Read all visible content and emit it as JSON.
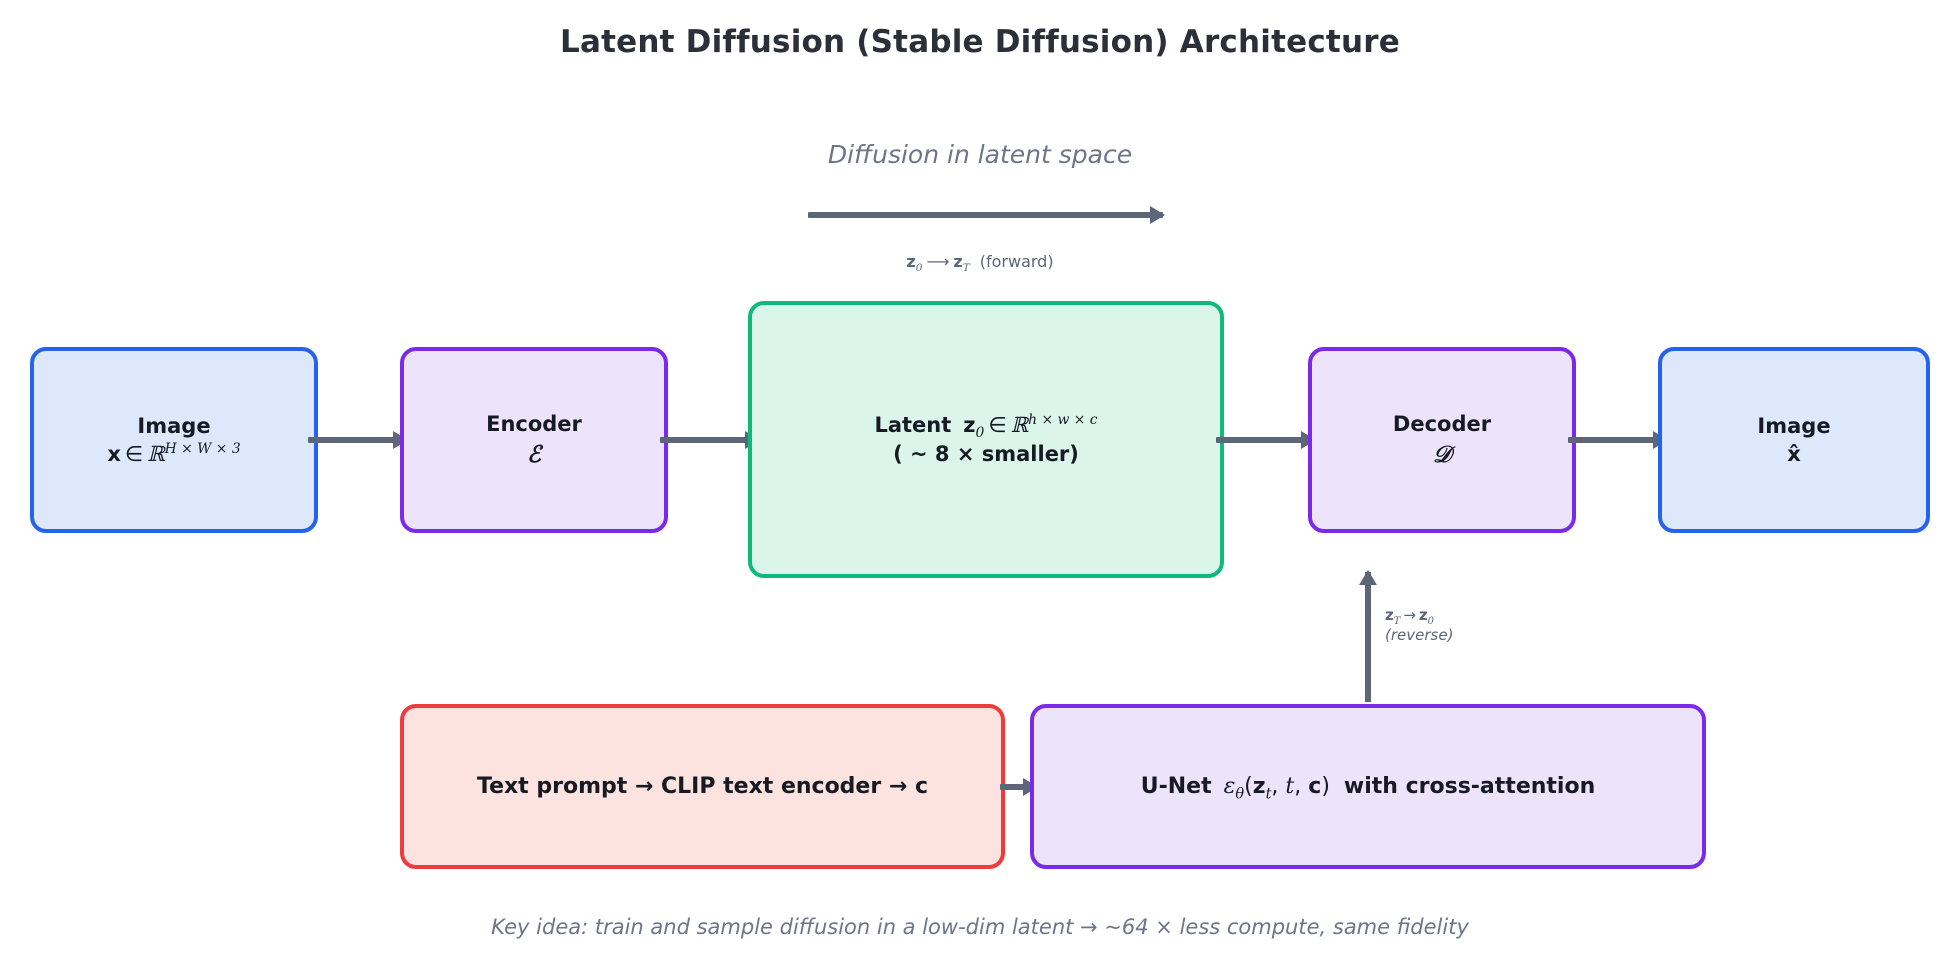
{
  "title": "Latent Diffusion (Stable Diffusion) Architecture",
  "diffusion_band": {
    "label": "Diffusion in latent space",
    "arrow_name": "forward-diffusion-arrow",
    "forward_label_z0": "z",
    "forward_label_z0_sub": "0",
    "forward_label_arrow": "⟶",
    "forward_label_zT": "z",
    "forward_label_zT_sub": "T",
    "forward_label_paren": "(forward)"
  },
  "pipeline": {
    "nodes": [
      {
        "name": "image-input-box",
        "line1": "Image",
        "line2_var": "x",
        "line2_in": "∈",
        "line2_set": "ℝ",
        "line2_sup": "H × W × 3",
        "color_border": "#2563eb",
        "color_fill": "#dee8fc"
      },
      {
        "name": "encoder-box",
        "line1": "Encoder",
        "line2_sym": "ℰ",
        "color_border": "#7c2ae8",
        "color_fill": "#ede4fb"
      },
      {
        "name": "latent-box",
        "line1_prefix": "Latent",
        "line1_var": "z",
        "line1_sub": "0",
        "line1_in": "∈",
        "line1_set": "ℝ",
        "line1_sup": "h × w × c",
        "line2": "( ~ 8 ×  smaller)",
        "color_border": "#0fb97c",
        "color_fill": "#dbf5ea"
      },
      {
        "name": "decoder-box",
        "line1": "Decoder",
        "line2_sym": "𝒟",
        "color_border": "#7c2ae8",
        "color_fill": "#ede4fb"
      },
      {
        "name": "image-output-box",
        "line1": "Image",
        "line2": "x̂",
        "color_border": "#2563eb",
        "color_fill": "#dee8fc"
      }
    ],
    "arrows": [
      "image-to-encoder-arrow",
      "encoder-to-latent-arrow",
      "latent-to-decoder-arrow",
      "decoder-to-image-arrow"
    ]
  },
  "conditioning": {
    "text_prompt_box": {
      "name": "text-prompt-box",
      "text": "Text prompt  →  CLIP text encoder  →  c",
      "color_border": "#ee3b3b",
      "color_fill": "#fde3e0"
    },
    "unet_box": {
      "name": "unet-box",
      "prefix": "U-Net",
      "eps": "ε",
      "eps_sub": "θ",
      "args_open": "(",
      "arg_z": "z",
      "arg_z_sub": "t",
      "arg_comma1": ", ",
      "arg_t": "t",
      "arg_comma2": ", ",
      "arg_c": "c",
      "args_close": ")",
      "suffix": "with cross-attention",
      "color_border": "#7c2ae8",
      "color_fill": "#ede4fb"
    },
    "prompt_to_unet_arrow": "prompt-to-unet-arrow"
  },
  "reverse_path": {
    "arrow_name": "reverse-diffusion-arrow",
    "label_zT": "z",
    "label_zT_sub": "T",
    "label_arrow": "→",
    "label_z0": "z",
    "label_z0_sub": "0",
    "label_reverse": "(reverse)"
  },
  "key_idea": "Key idea: train and sample diffusion in a low-dim latent  →   ~64 ×  less compute,  same fidelity",
  "colors": {
    "arrow_gray": "#5d6678",
    "text_dark": "#1f2430",
    "muted": "#6c7589",
    "background": "#ffffff"
  }
}
